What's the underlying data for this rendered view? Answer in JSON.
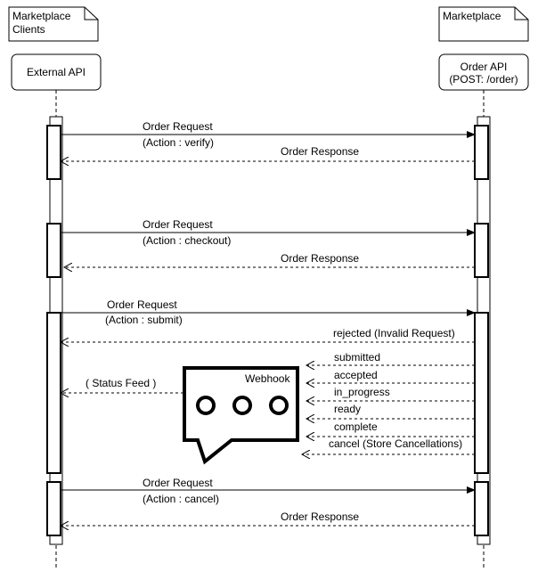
{
  "notes": {
    "left": [
      "Marketplace",
      "Clients"
    ],
    "right": [
      "Marketplace"
    ]
  },
  "participants": {
    "left": {
      "label": "External API"
    },
    "right": {
      "line1": "Order API",
      "line2": "(POST: /order)"
    }
  },
  "messages": {
    "verify_request": "Order Request",
    "verify_action": "(Action : verify)",
    "verify_response": "Order Response",
    "checkout_request": "Order Request",
    "checkout_action": "(Action : checkout)",
    "checkout_response": "Order Response",
    "submit_request": "Order Request",
    "submit_action": "(Action : submit)",
    "rejected": "rejected (Invalid Request)",
    "submitted": "submitted",
    "accepted": "accepted",
    "in_progress": "in_progress",
    "ready": "ready",
    "complete": "complete",
    "cancel_store": "cancel (Store Cancellations)",
    "status_feed": "( Status Feed )",
    "cancel_request": "Order Request",
    "cancel_action": "(Action : cancel)",
    "cancel_response": "Order Response"
  },
  "webhook": {
    "label": "Webhook"
  }
}
